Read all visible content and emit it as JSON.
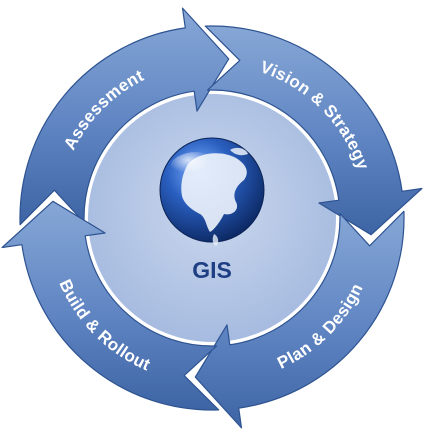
{
  "diagram": {
    "center": {
      "title": "GIS"
    },
    "stages": [
      {
        "label": "Assessment"
      },
      {
        "label": "Vision & Strategy"
      },
      {
        "label": "Plan & Design"
      },
      {
        "label": "Build & Rollout"
      }
    ]
  },
  "colors": {
    "arrow_light": "#7fa1d2",
    "arrow_mid": "#5a7fbd",
    "arrow_dark": "#39609f",
    "arrow_edge": "#2e5391",
    "inner_disc": "#b4c6e4",
    "inner_ring": "#8aa6d4",
    "title_color": "#1f3f84",
    "globe_ocean": "#1f4fa8",
    "globe_land": "#eaf1fb"
  },
  "icons": {
    "center": "globe-icon"
  }
}
